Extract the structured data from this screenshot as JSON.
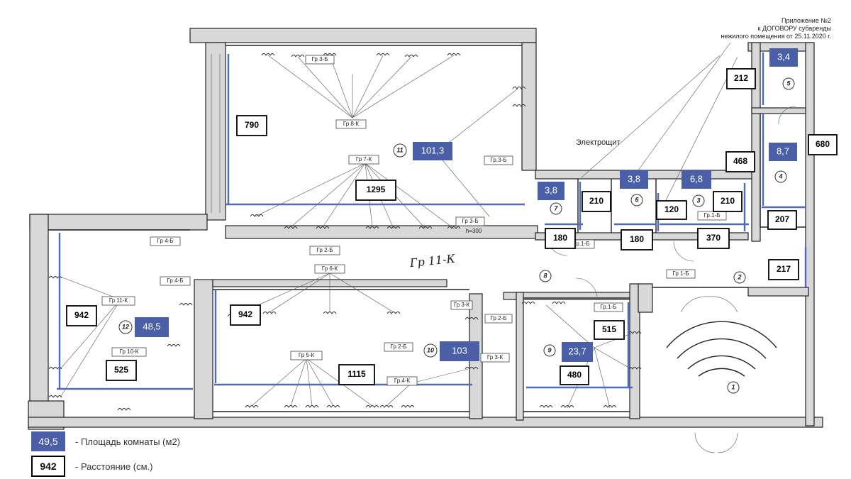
{
  "header": {
    "line1": "Приложение №2",
    "line2": "к ДОГОВОРУ  субаренды",
    "line3": "нежилого помещения от 25.11.2020 г."
  },
  "labels": {
    "electroshield": "Электрощит",
    "handwritten": "Гр 11-К",
    "height_note": "h=300"
  },
  "rooms": [
    "1",
    "2",
    "3",
    "4",
    "5",
    "6",
    "7",
    "8",
    "9",
    "10",
    "11",
    "12"
  ],
  "areas": [
    "101,3",
    "3,8",
    "3,8",
    "6,8",
    "3,4",
    "8,7",
    "48,5",
    "103",
    "23,7"
  ],
  "distances": [
    "790",
    "1295",
    "942",
    "942",
    "525",
    "1115",
    "212",
    "468",
    "680",
    "210",
    "210",
    "120",
    "180",
    "180",
    "370",
    "207",
    "217",
    "515",
    "480"
  ],
  "groups": [
    "Гр 3-Б",
    "Гр 8-К",
    "Гр 7-К",
    "Гр.3-Б",
    "Гр 3-Б",
    "Гр 4-Б",
    "Гр 2-Б",
    "Гр 6-К",
    "Гр 11-К",
    "Гр 4-Б",
    "Гр 10-К",
    "Гр 5-К",
    "Гр 2-Б",
    "Гр.4-К",
    "Гр 3-К",
    "Гр 2-Б",
    "Гр 3-К",
    "Гр.1-Б",
    "Гр.1-Б",
    "Гр 1-Б",
    "Гр.1-Б"
  ],
  "legend": {
    "area_sample": "49,5",
    "area_text": "- Площадь комнаты (м2)",
    "dist_sample": "942",
    "dist_text": "- Расстояние (см.)"
  },
  "colors": {
    "area_fill": "#4a5fa8",
    "arrow": "#4a6bbf",
    "wall": "#d8d8d8"
  }
}
